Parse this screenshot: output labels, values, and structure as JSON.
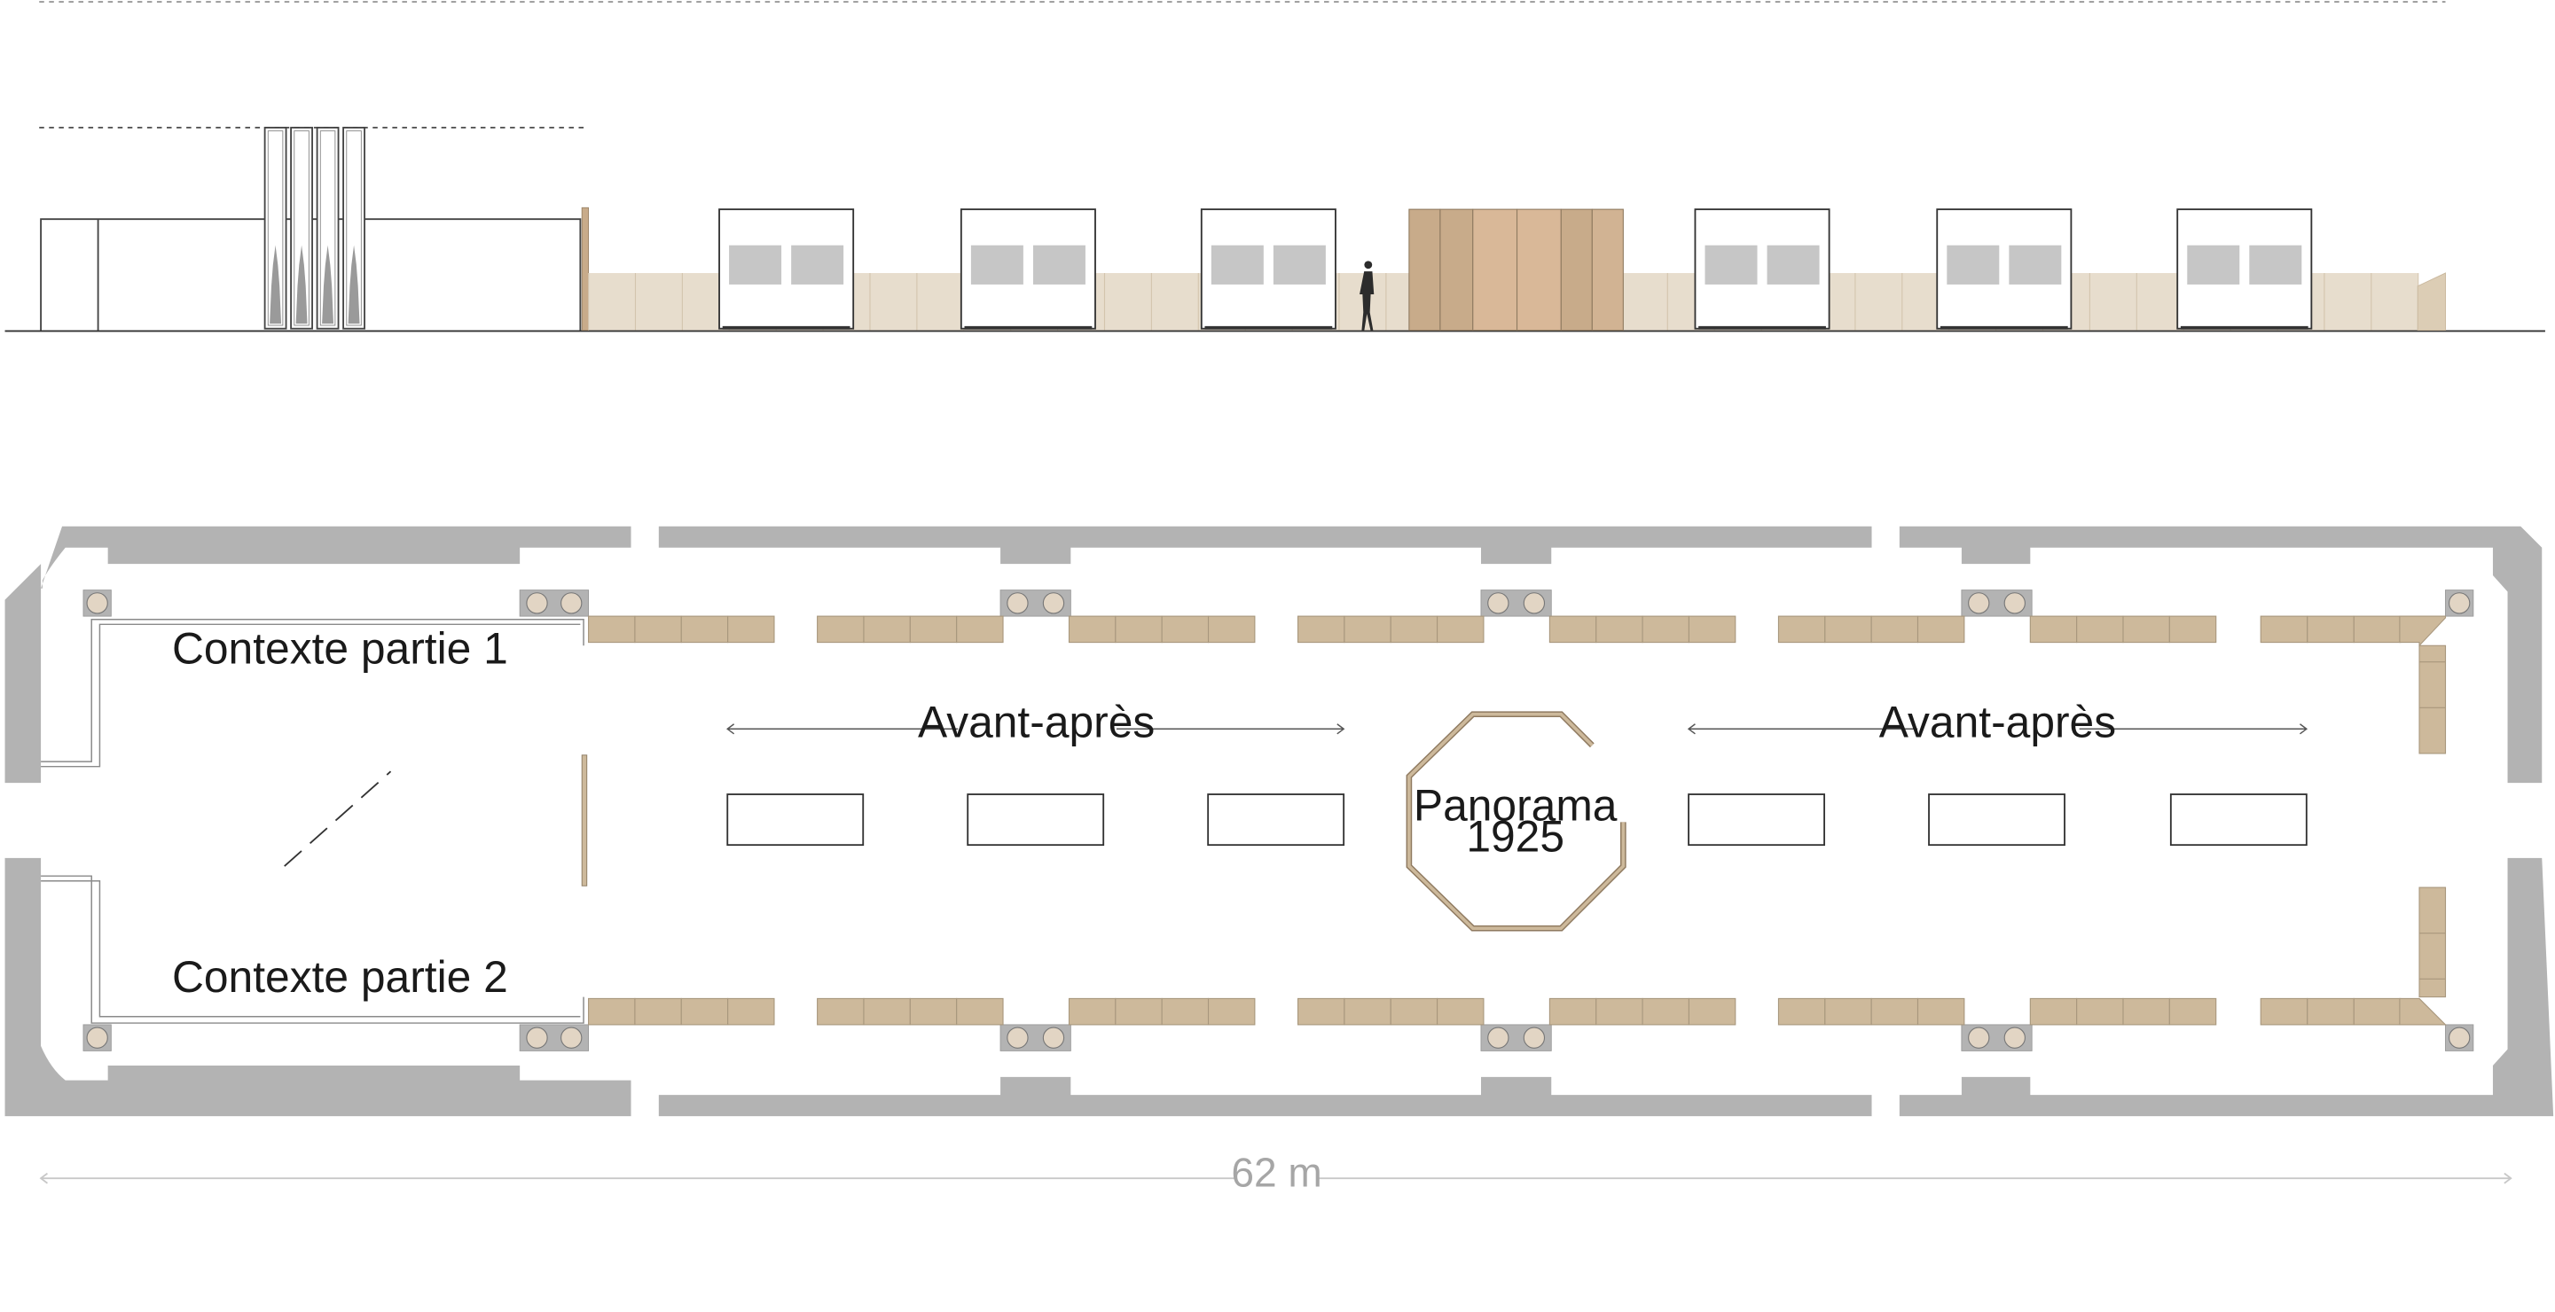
{
  "labels": {
    "context_part_1": "Contexte partie 1",
    "context_part_2": "Contexte partie 2",
    "before_after_left": "Avant-après",
    "before_after_right": "Avant-après",
    "panorama_line1": "Panorama",
    "panorama_line2": "1925",
    "length_dimension": "62 m"
  },
  "colors": {
    "wall": "#b3b3b3",
    "panel": "#cdb99b",
    "panel_light": "#e7ddcd",
    "panel_dark": "#c8ab8a",
    "outline": "#3a3a3a",
    "dimension": "#c8c8c8"
  }
}
